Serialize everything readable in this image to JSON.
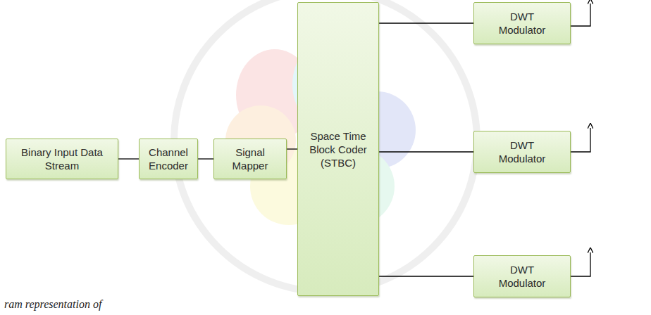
{
  "diagram": {
    "caption": "ram representation of",
    "nodes": [
      {
        "text": [
          "Binary Input Data Stream"
        ]
      },
      {
        "text": [
          "Channel Encoder"
        ]
      },
      {
        "text": [
          "Signal Mapper"
        ]
      },
      {
        "text": [
          "Space Time Block Coder (STBC)"
        ]
      },
      {
        "text": [
          "DWT Modulator"
        ]
      },
      {
        "text": [
          "DWT Modulator"
        ]
      },
      {
        "text": [
          "DWT Modulator"
        ]
      }
    ],
    "edges": [
      {
        "from": 0,
        "to": 1,
        "arrow": "none"
      },
      {
        "from": 1,
        "to": 2,
        "arrow": "none"
      },
      {
        "from": 2,
        "to": 3,
        "arrow": "none"
      },
      {
        "from": 3,
        "to": 4,
        "arrow": "none"
      },
      {
        "from": 3,
        "to": 5,
        "arrow": "none"
      },
      {
        "from": 3,
        "to": 6,
        "arrow": "none"
      }
    ]
  }
}
